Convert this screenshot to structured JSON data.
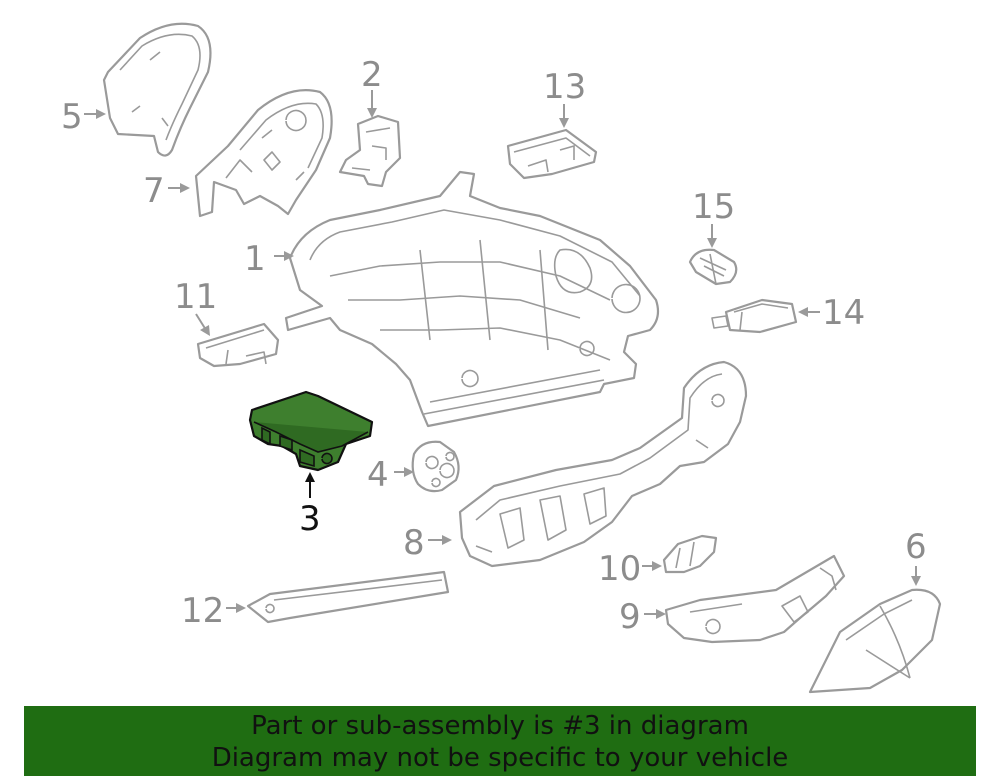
{
  "diagram": {
    "highlighted_part": "3",
    "callouts": [
      {
        "id": "c1",
        "label": "1"
      },
      {
        "id": "c2",
        "label": "2"
      },
      {
        "id": "c3",
        "label": "3"
      },
      {
        "id": "c4",
        "label": "4"
      },
      {
        "id": "c5",
        "label": "5"
      },
      {
        "id": "c6",
        "label": "6"
      },
      {
        "id": "c7",
        "label": "7"
      },
      {
        "id": "c8",
        "label": "8"
      },
      {
        "id": "c9",
        "label": "9"
      },
      {
        "id": "c10",
        "label": "10"
      },
      {
        "id": "c11",
        "label": "11"
      },
      {
        "id": "c12",
        "label": "12"
      },
      {
        "id": "c13",
        "label": "13"
      },
      {
        "id": "c14",
        "label": "14"
      },
      {
        "id": "c15",
        "label": "15"
      }
    ],
    "colors": {
      "part_outline": "#9a9a9a",
      "highlight_fill": "#3e7f2e",
      "banner_background": "#1f6d12"
    }
  },
  "banner": {
    "line1": "Part or sub-assembly is #3 in diagram",
    "line2": "Diagram may not be specific to your vehicle"
  }
}
